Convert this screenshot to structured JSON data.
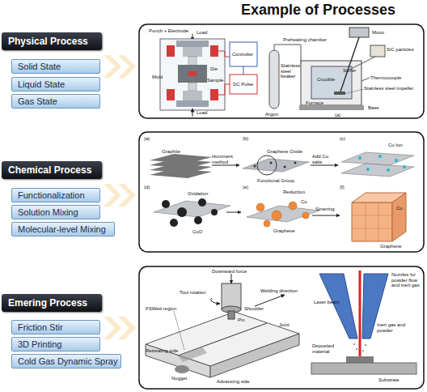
{
  "diagram": {
    "title": "Example of Processes",
    "nodes": [
      {
        "text": [
          "Physical Process"
        ]
      },
      {
        "text": [
          "Solid State"
        ]
      },
      {
        "text": [
          "Liquid State"
        ]
      },
      {
        "text": [
          "Gas State"
        ]
      },
      {
        "text": [
          "Chemical Process"
        ]
      },
      {
        "text": [
          "Functionalization"
        ]
      },
      {
        "text": [
          "Solution Mixing"
        ]
      },
      {
        "text": [
          "Molecular-level Mixing"
        ]
      },
      {
        "text": [
          "Emering Process"
        ]
      },
      {
        "text": [
          "Friction Stir"
        ]
      },
      {
        "text": [
          "3D Printing"
        ]
      },
      {
        "text": [
          "Cold Gas Dynamic Spray"
        ]
      }
    ],
    "labels": [
      "Punch + Electrode",
      "Load",
      "Controller",
      "Mold",
      "Die",
      "Sample",
      "DC Pulse",
      "Load",
      "Motor",
      "Preheating chamber",
      "SiC particles",
      "Crucible",
      "Stirrer",
      "Thermocouple",
      "Stainless steel beaker",
      "Furnace",
      "Argon",
      "Stainless steel impeller",
      "Base",
      "(a)",
      "(a)",
      "Graphite",
      "Hummers method",
      "(b)",
      "Graphene Oxide",
      "Functional Group",
      "(c)",
      "Add Cu salts",
      "Cu Ion",
      "(d)",
      "Oxidation",
      "CuO",
      "(e)",
      "Reduction",
      "Cu",
      "Graphene",
      "Sintering",
      "(f)",
      "Cu",
      "Graphene",
      "Downward force",
      "Welding direction",
      "Tool rotation",
      "FSWed region",
      "Joint",
      "Shoulder",
      "Pin",
      "Retreating side",
      "Nugget",
      "Advancing side",
      "Nozzles for powder flow and inert gas",
      "Laser beam",
      "Inert gas and powder",
      "Deposited material",
      "Substrate"
    ]
  }
}
